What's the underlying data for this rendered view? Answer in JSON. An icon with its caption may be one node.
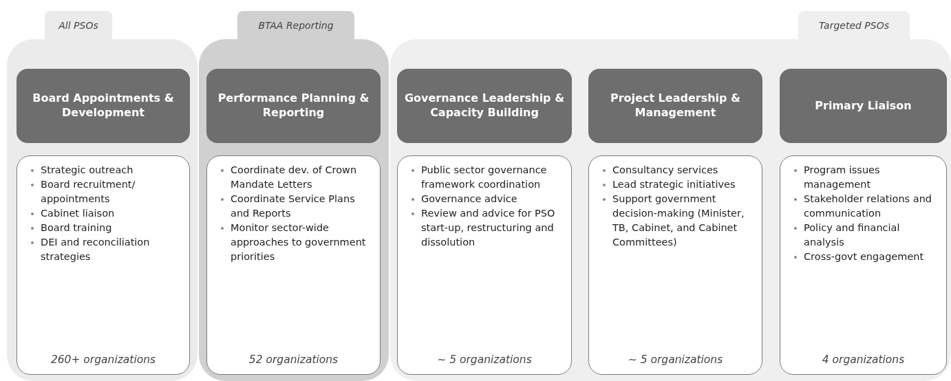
{
  "diagram": {
    "nodes": [
      {
        "text": [
          "All PSOs"
        ]
      },
      {
        "text": [
          "Board Appointments & Development"
        ],
        "in": 0
      },
      {
        "text": [
          "Strategic outreach",
          "Board recruitment/ appointments",
          "Cabinet liaison",
          "Board training",
          "DEI and reconciliation strategies",
          "260+ organizations"
        ],
        "in": 0
      },
      {
        "text": [
          "BTAA Reporting"
        ]
      },
      {
        "text": [
          "Performance Planning & Reporting"
        ],
        "in": 3
      },
      {
        "text": [
          "Coordinate dev. of Crown Mandate Letters",
          "Coordinate Service Plans and Reports",
          "Monitor sector-wide approaches to government priorities",
          "52 organizations"
        ],
        "in": 3
      },
      {
        "text": [
          "Targeted PSOs"
        ]
      },
      {
        "text": [
          "Governance Leadership & Capacity Building"
        ],
        "in": 6
      },
      {
        "text": [
          "Public sector governance framework coordination",
          "Governance advice",
          "Review and advice for PSO start-up, restructuring and dissolution",
          "~ 5 organizations"
        ],
        "in": 6
      },
      {
        "text": [
          "Project Leadership & Management"
        ],
        "in": 6
      },
      {
        "text": [
          "Consultancy services",
          "Lead strategic initiatives",
          "Support government decision-making (Minister, TB, Cabinet, and Cabinet Committees)",
          "~ 5 organizations"
        ],
        "in": 6
      },
      {
        "text": [
          "Primary Liaison"
        ],
        "in": 6
      },
      {
        "text": [
          "Program issues management",
          "Stakeholder relations and communication",
          "Policy and financial analysis",
          "Cross-govt engagement",
          "4 organizations"
        ],
        "in": 6
      }
    ]
  }
}
